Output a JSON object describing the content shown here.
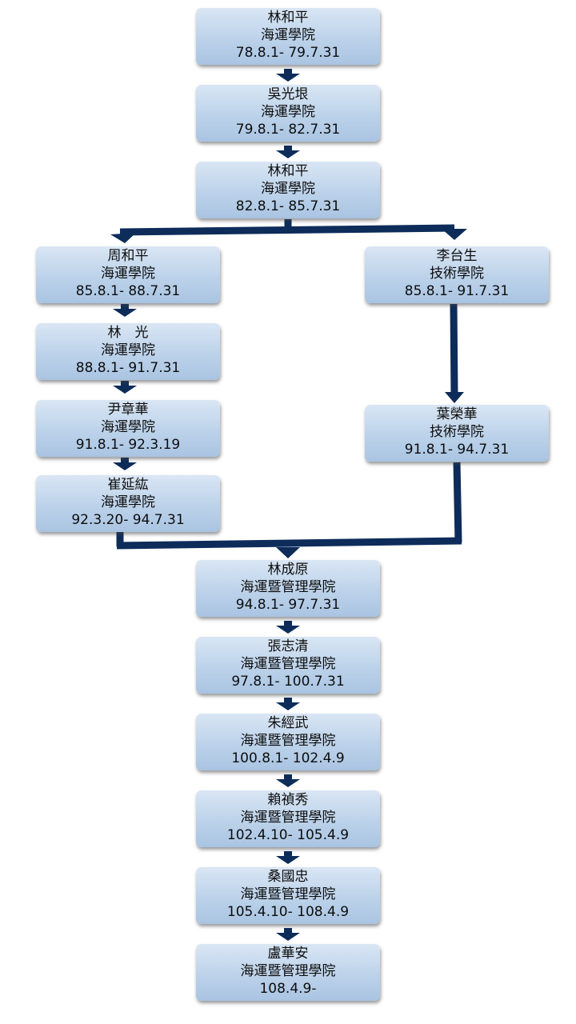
{
  "nodes": [
    {
      "name": "林和平",
      "dept": "海運學院",
      "term": "78.8.1- 79.7.31"
    },
    {
      "name": "吳光垠",
      "dept": "海運學院",
      "term": "79.8.1- 82.7.31"
    },
    {
      "name": "林和平",
      "dept": "海運學院",
      "term": "82.8.1- 85.7.31"
    },
    {
      "name": "周和平",
      "dept": "海運學院",
      "term": "85.8.1- 88.7.31"
    },
    {
      "name": "林　光",
      "dept": "海運學院",
      "term": "88.8.1- 91.7.31"
    },
    {
      "name": "尹章華",
      "dept": "海運學院",
      "term": "91.8.1- 92.3.19"
    },
    {
      "name": "崔延紘",
      "dept": "海運學院",
      "term": "92.3.20- 94.7.31"
    },
    {
      "name": "李台生",
      "dept": "技術學院",
      "term": "85.8.1- 91.7.31"
    },
    {
      "name": "葉榮華",
      "dept": "技術學院",
      "term": "91.8.1- 94.7.31"
    },
    {
      "name": "林成原",
      "dept": "海運暨管理學院",
      "term": "94.8.1- 97.7.31"
    },
    {
      "name": "張志清",
      "dept": "海運暨管理學院",
      "term": "97.8.1- 100.7.31"
    },
    {
      "name": "朱經武",
      "dept": "海運暨管理學院",
      "term": "100.8.1- 102.4.9"
    },
    {
      "name": "賴禎秀",
      "dept": "海運暨管理學院",
      "term": "102.4.10- 105.4.9"
    },
    {
      "name": "桑國忠",
      "dept": "海運暨管理學院",
      "term": "105.4.10- 108.4.9"
    },
    {
      "name": "盧華安",
      "dept": "海運暨管理學院",
      "term": "108.4.9-"
    }
  ],
  "colors": {
    "connector": "#0d2c5a",
    "box_top": "#d9e6f4",
    "box_bottom": "#a9c4e2",
    "text": "#0d0d0d"
  }
}
